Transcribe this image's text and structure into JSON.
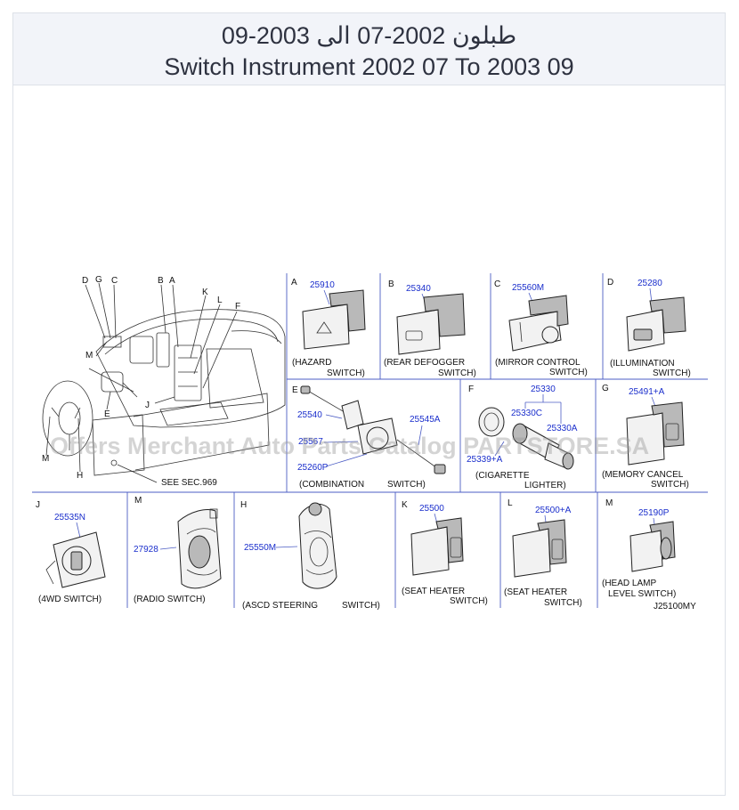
{
  "header": {
    "title_ar": "طبلون 2002-07 الى 2003-09",
    "title_en": "Switch Instrument 2002 07 To 2003 09"
  },
  "watermark": "Offers Merchant Auto Parts Catalog PARTSTORE.SA",
  "overview": {
    "callouts": [
      "D",
      "G",
      "C",
      "B",
      "A",
      "K",
      "L",
      "F",
      "M",
      "E",
      "J",
      "M",
      "H"
    ],
    "note": "SEE  SEC.969"
  },
  "panels": [
    {
      "letter": "A",
      "part": "25910",
      "caption1": "(HAZARD",
      "caption2": "SWITCH)"
    },
    {
      "letter": "B",
      "part": "25340",
      "caption1": "(REAR  DEFOGGER",
      "caption2": "SWITCH)"
    },
    {
      "letter": "C",
      "part": "25560M",
      "caption1": "(MIRROR  CONTROL",
      "caption2": "SWITCH)"
    },
    {
      "letter": "D",
      "part": "25280",
      "caption1": "(ILLUMINATION",
      "caption2": "SWITCH)"
    },
    {
      "letter": "E",
      "parts": [
        "25540",
        "25567",
        "25545A",
        "25260P"
      ],
      "caption1": "(COMBINATION",
      "caption2": "SWITCH)"
    },
    {
      "letter": "F",
      "parts": [
        "25330",
        "25330C",
        "25330A",
        "25339+A"
      ],
      "caption1": "(CIGARETTE",
      "caption2": "LIGHTER)"
    },
    {
      "letter": "G",
      "part": "25491+A",
      "caption1": "(MEMORY  CANCEL",
      "caption2": "SWITCH)"
    },
    {
      "letter": "J",
      "part": "25535N",
      "caption1": "(4WD   SWITCH)",
      "caption2": ""
    },
    {
      "letter": "M",
      "part": "27928",
      "caption1": "(RADIO   SWITCH)",
      "caption2": ""
    },
    {
      "letter": "H",
      "part": "25550M",
      "caption1": "(ASCD   STEERING",
      "caption2": "SWITCH)"
    },
    {
      "letter": "K",
      "part": "25500",
      "caption1": "(SEAT   HEATER",
      "caption2": "SWITCH)"
    },
    {
      "letter": "L",
      "part": "25500+A",
      "caption1": "(SEAT   HEATER",
      "caption2": "SWITCH)"
    },
    {
      "letter": "M",
      "part": "25190P",
      "caption1": "(HEAD   LAMP",
      "caption2": "LEVEL   SWITCH)"
    }
  ],
  "diagram_code": "J25100MY"
}
